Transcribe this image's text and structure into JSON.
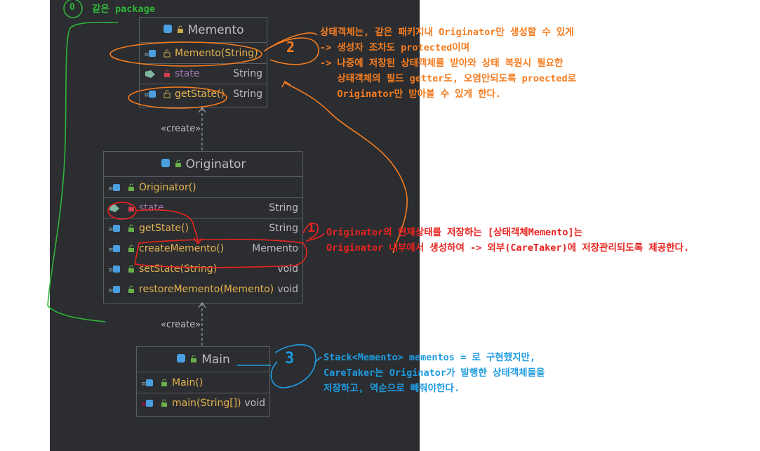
{
  "package_note": {
    "circle_num": "0",
    "text": "같은 package"
  },
  "memento": {
    "title": "Memento",
    "members": [
      {
        "name": "Memento(String)",
        "type": "",
        "kind": "method",
        "icon": "constructor-icon"
      },
      {
        "name": "state",
        "type": "String",
        "kind": "field",
        "icon": "field-icon"
      },
      {
        "name": "getState()",
        "type": "String",
        "kind": "method",
        "icon": "method-icon"
      }
    ]
  },
  "originator": {
    "title": "Originator",
    "members": [
      {
        "name": "Originator()",
        "type": "",
        "kind": "method"
      },
      {
        "name": "state",
        "type": "String",
        "kind": "field"
      },
      {
        "name": "getState()",
        "type": "String",
        "kind": "method"
      },
      {
        "name": "createMemento()",
        "type": "Memento",
        "kind": "method"
      },
      {
        "name": "setState(String)",
        "type": "void",
        "kind": "method"
      },
      {
        "name": "restoreMemento(Memento)",
        "type": "void",
        "kind": "method"
      }
    ]
  },
  "main": {
    "title": "Main",
    "members": [
      {
        "name": "Main()",
        "type": "",
        "kind": "method"
      },
      {
        "name": "main(String[])",
        "type": "void",
        "kind": "method"
      }
    ]
  },
  "edges": {
    "create1": "«create»",
    "create2": "«create»"
  },
  "annotations": {
    "note2_num": "2",
    "note2": "상태객체는, 같은 패키지내 Originator만 생성할 수 있게\n-> 생성자 조차도 protected이며\n-> 나중에 저장된 상태객체를 받아와 상태 복원시 필요한\n   상태객체의 필드 getter도, 오염안되도록 proected로\n   Originator만 받아볼 수 있게 한다.",
    "note1_num": "1",
    "note1": "Originator의 현재상태를 저장하는 [상태객체Memento]는\nOriginator 내부에서 생성하여 -> 외부(CareTaker)에 저장관리되도록 제공한다.",
    "note3_num": "3",
    "note3": "Stack<Memento> mementos = 로 구현했지만,\nCareTaker는 Originator가 발행한 상태객체들을\n저장하고, 역순으로 빼줘야한다."
  },
  "colors": {
    "orange": "#f57c20",
    "red": "#e8231f",
    "blue": "#1f9be0",
    "green": "#2fb43a",
    "canvas": "#2b2d30"
  }
}
